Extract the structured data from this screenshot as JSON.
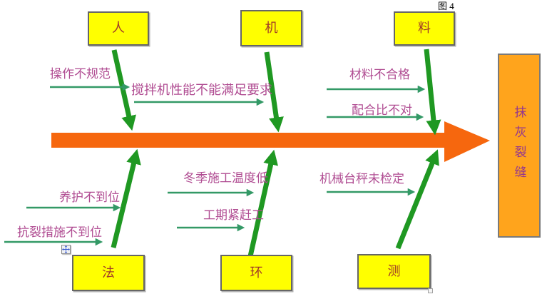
{
  "figure_label": "图 4",
  "effect_box": {
    "label": "抹灰裂缝"
  },
  "categories": [
    {
      "id": "person",
      "label": "人",
      "position": "top"
    },
    {
      "id": "machine",
      "label": "机",
      "position": "top"
    },
    {
      "id": "material",
      "label": "料",
      "position": "top"
    },
    {
      "id": "method",
      "label": "法",
      "position": "bottom"
    },
    {
      "id": "environment",
      "label": "环",
      "position": "bottom"
    },
    {
      "id": "measurement",
      "label": "测",
      "position": "bottom"
    }
  ],
  "causes": [
    {
      "category": "人",
      "label": "操作不规范"
    },
    {
      "category": "机",
      "label": "搅拌机性能不能满足要求"
    },
    {
      "category": "料",
      "label": "材料不合格"
    },
    {
      "category": "料",
      "label": "配合比不对"
    },
    {
      "category": "法",
      "label": "养护不到位"
    },
    {
      "category": "法",
      "label": "抗裂措施不到位"
    },
    {
      "category": "环",
      "label": "冬季施工温度低"
    },
    {
      "category": "环",
      "label": "工期紧赶工"
    },
    {
      "category": "测",
      "label": "机械台秤未检定"
    }
  ],
  "colors": {
    "spine": "#F6670E",
    "effect_box_fill": "#FFA41C",
    "category_box_fill": "#FFFF00",
    "bone_arrow": "#1F9822",
    "cause_arrow": "#339966",
    "cause_text": "#B04C92",
    "category_text": "#A03A28",
    "effect_text": "#93368F",
    "figure_label_text": "#000000"
  }
}
